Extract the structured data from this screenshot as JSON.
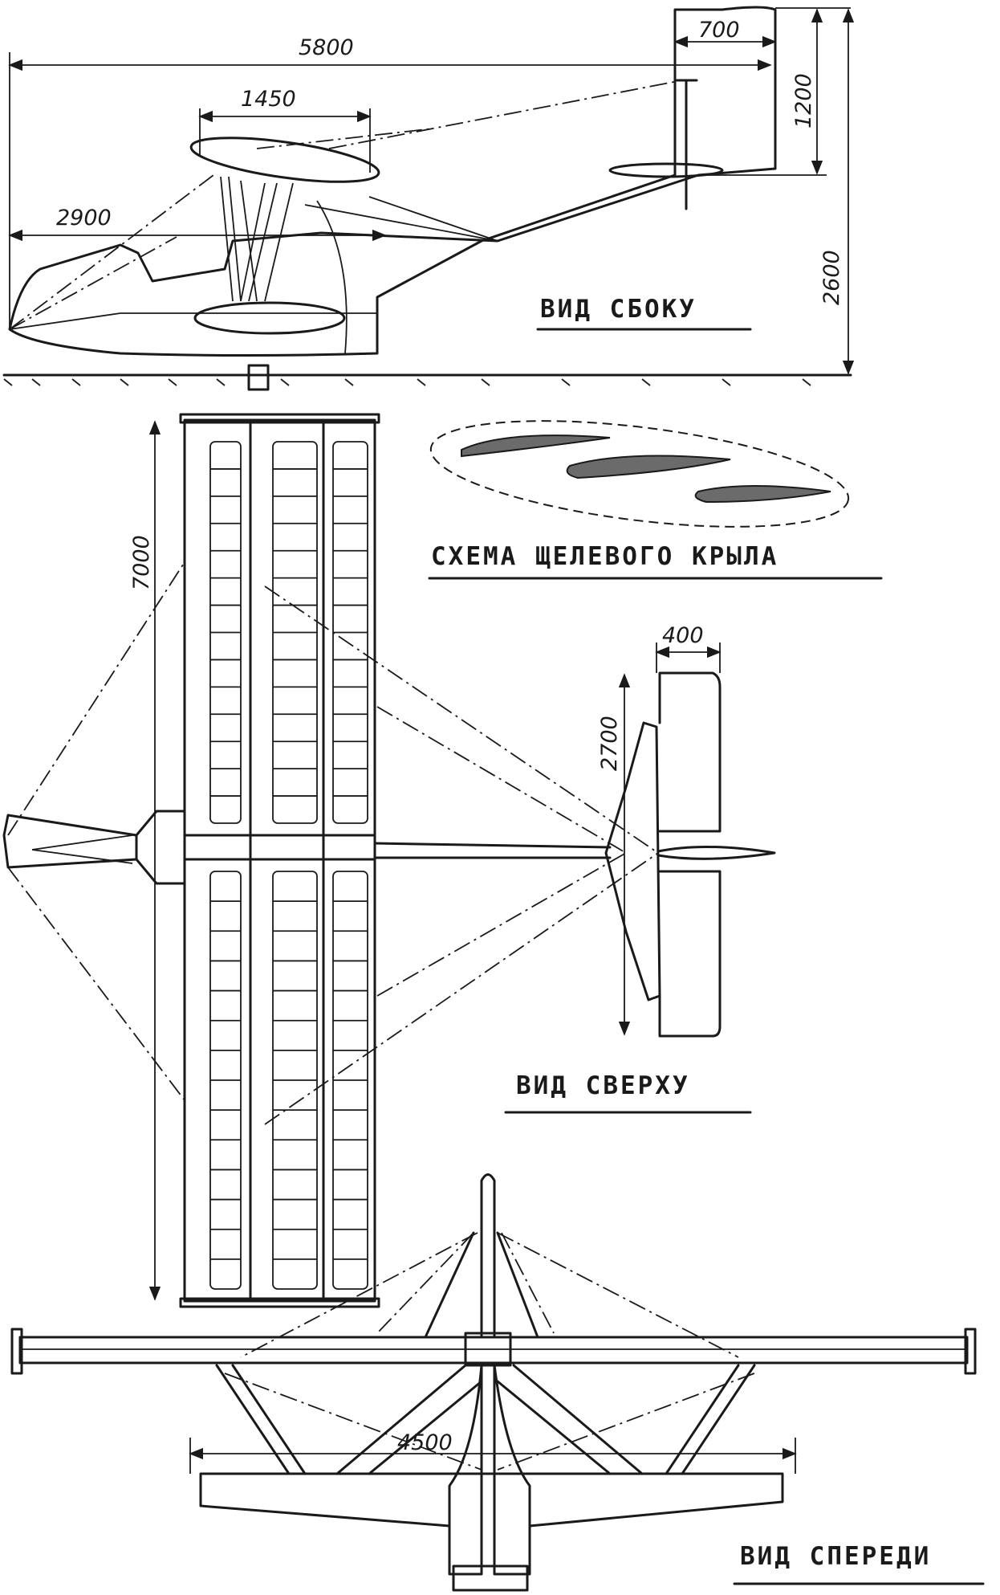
{
  "side_view": {
    "title": "ВИД СБОКУ",
    "dims": {
      "length": "5800",
      "fin_chord": "700",
      "fin_height": "1200",
      "wing_chord": "1450",
      "wing_position": "2900",
      "total_height": "2600"
    }
  },
  "wing_scheme": {
    "title": "СХЕМА ЩЕЛЕВОГО КРЫЛА"
  },
  "top_view": {
    "title": "ВИД СВЕРХУ",
    "dims": {
      "span": "7000",
      "stab_chord": "400",
      "stab_span": "2700"
    }
  },
  "front_view": {
    "title": "ВИД СПЕРЕДИ",
    "dims": {
      "float_span": "4500"
    }
  }
}
